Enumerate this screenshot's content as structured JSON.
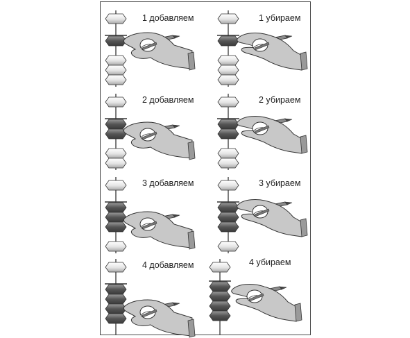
{
  "panels": [
    {
      "label": "1 добавляем",
      "action": "add",
      "count": 1
    },
    {
      "label": "1 убираем",
      "action": "remove",
      "count": 1
    },
    {
      "label": "2 добавляем",
      "action": "add",
      "count": 2
    },
    {
      "label": "2 убираем",
      "action": "remove",
      "count": 2
    },
    {
      "label": "3 добавляем",
      "action": "add",
      "count": 3
    },
    {
      "label": "3 убираем",
      "action": "remove",
      "count": 3
    },
    {
      "label": "4 добавляем",
      "action": "add",
      "count": 4
    },
    {
      "label": "4 убираем",
      "action": "remove",
      "count": 4
    }
  ],
  "colors": {
    "bead_dark": "#555555",
    "bead_light": "#e4e4e4",
    "hand": "#c8c8c8",
    "outline": "#333333"
  },
  "icons": [
    "abacus-bead-icon",
    "hand-with-pencil-icon"
  ]
}
